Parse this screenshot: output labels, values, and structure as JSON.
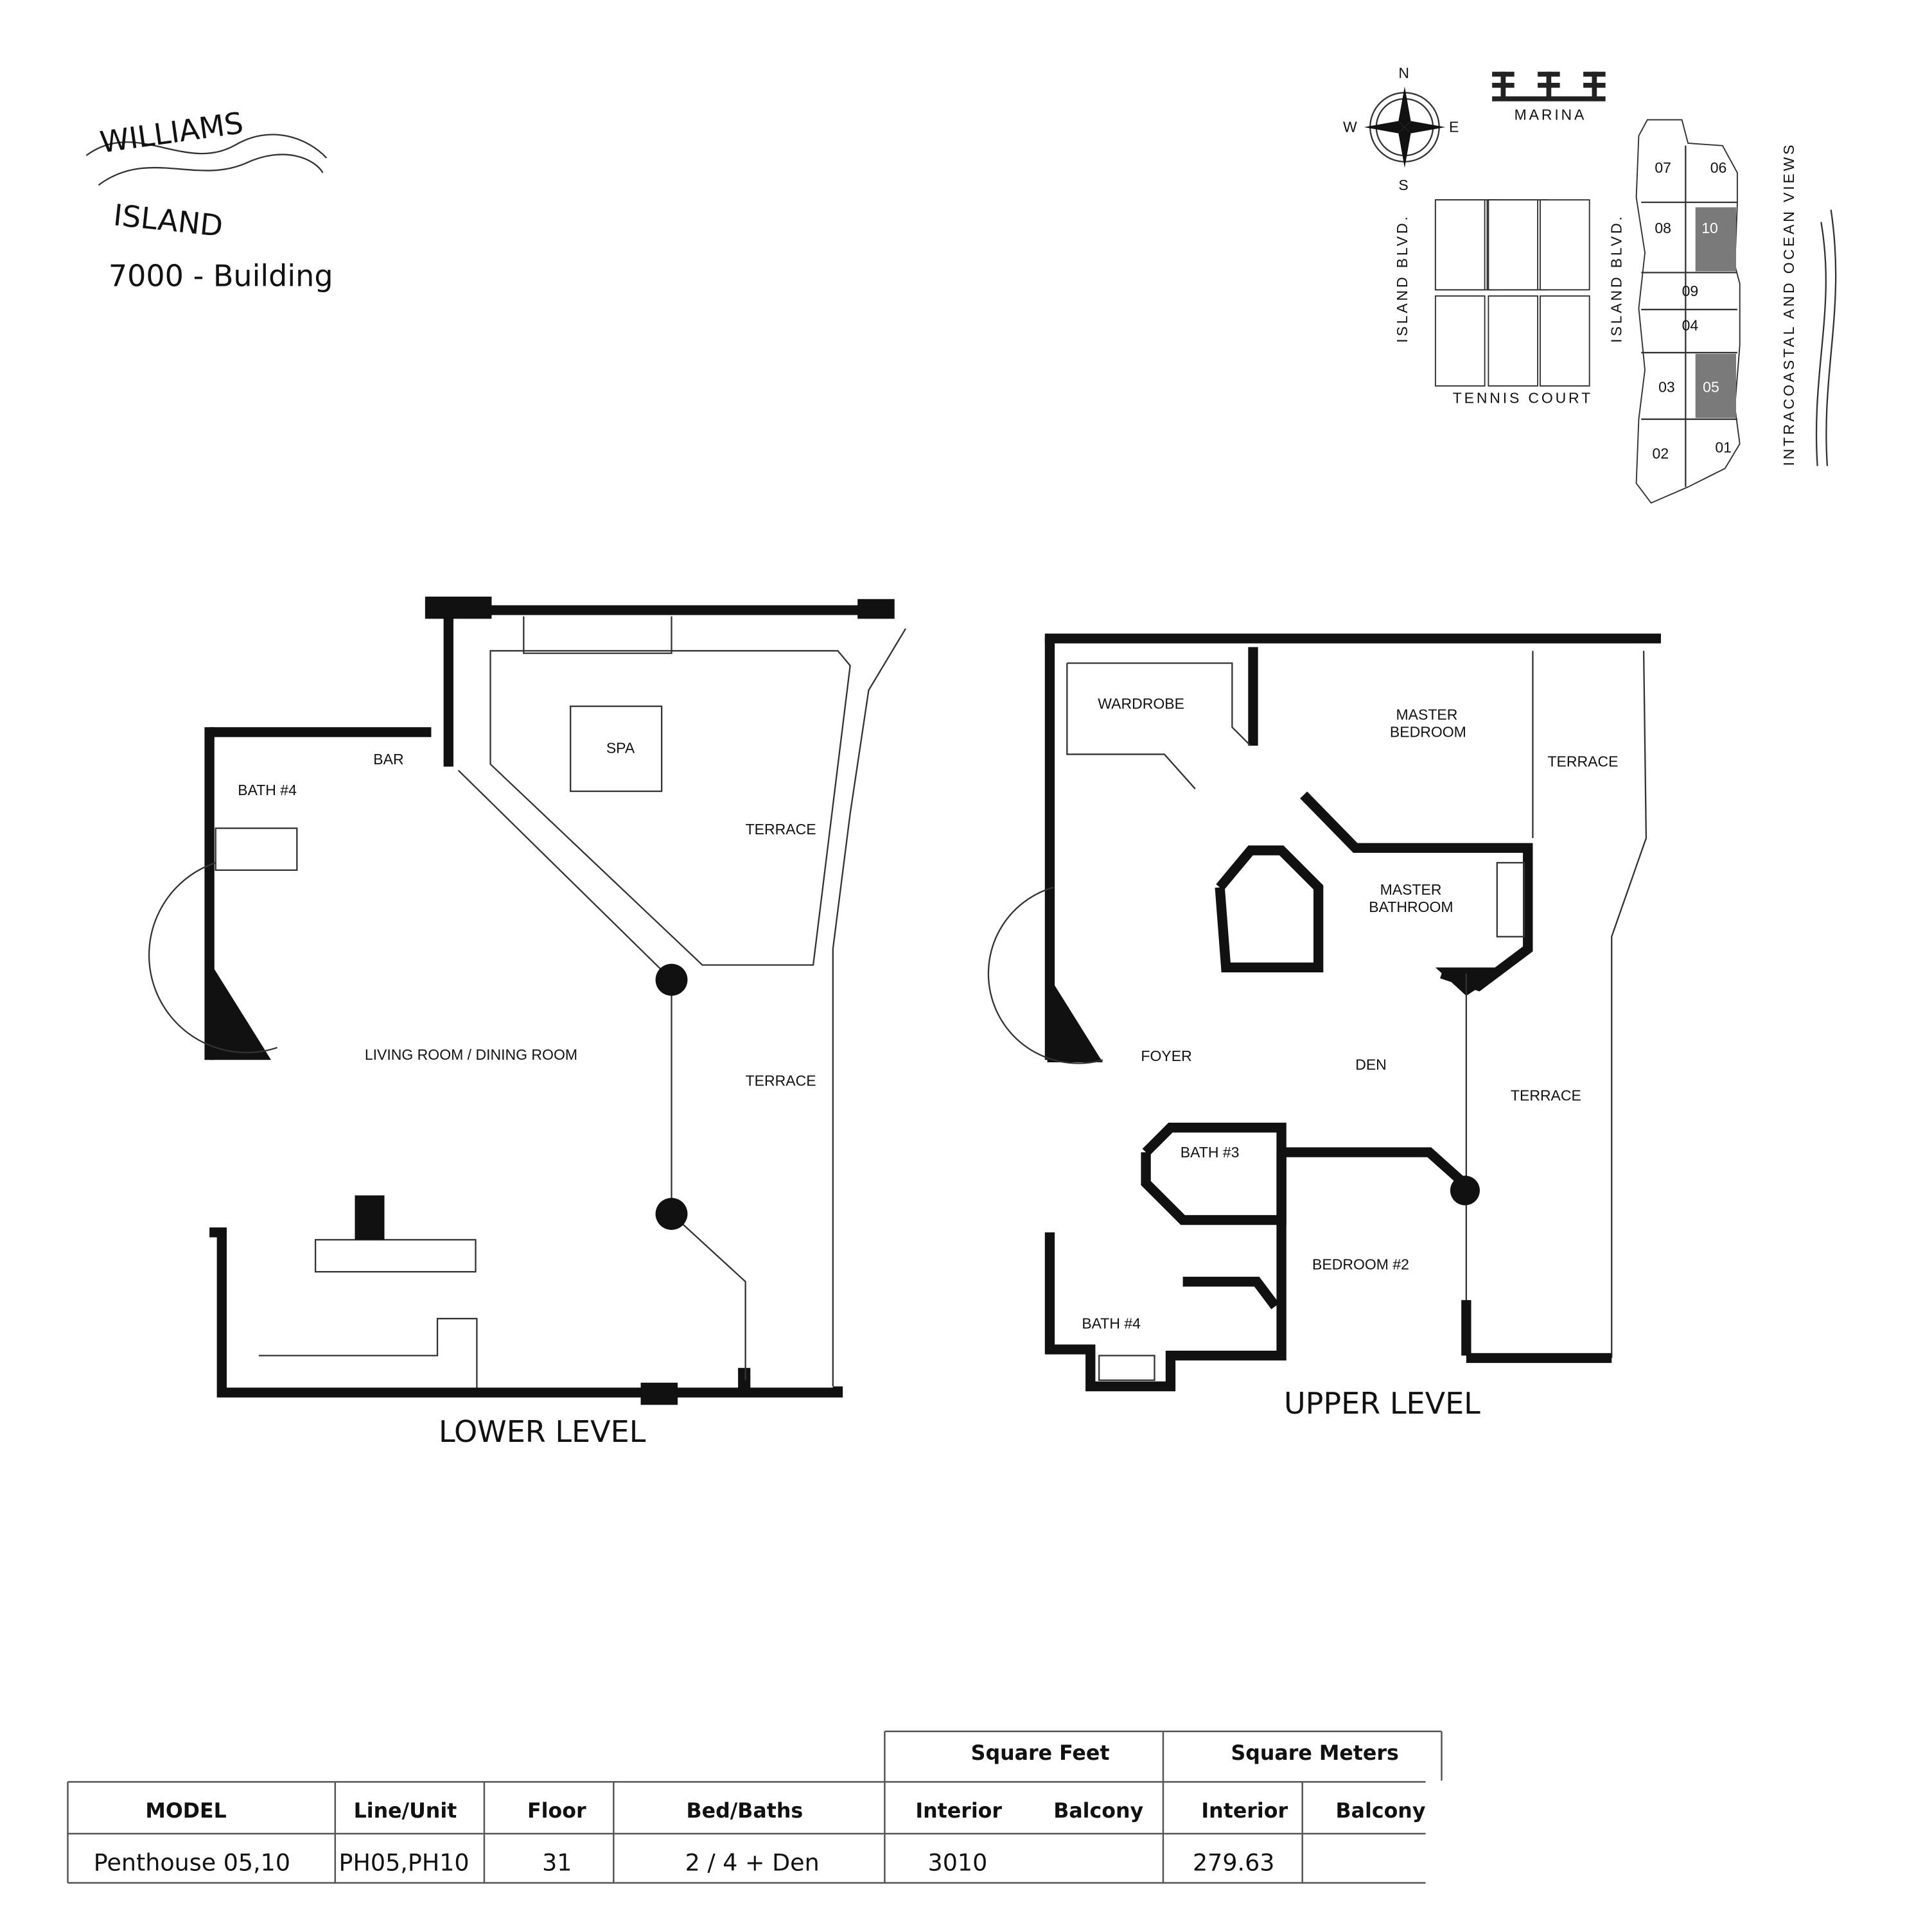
{
  "logo": {
    "line1": "WILLIAMS",
    "line2": "ISLAND",
    "subtitle": "7000 - Building"
  },
  "key_plan": {
    "compass": {
      "n": "N",
      "s": "S",
      "e": "E",
      "w": "W"
    },
    "marina": "MARINA",
    "street_left": "ISLAND BLVD.",
    "street_right": "ISLAND BLVD.",
    "tennis": "TENNIS COURT",
    "views": "INTRACOASTAL AND OCEAN VIEWS",
    "units": [
      "07",
      "06",
      "08",
      "10",
      "09",
      "04",
      "03",
      "05",
      "02",
      "01"
    ],
    "highlighted_units": [
      "10",
      "05"
    ],
    "highlight_color": "#7a7a7a"
  },
  "lower_level": {
    "title": "LOWER LEVEL",
    "rooms": {
      "bath4": "BATH #4",
      "bar": "BAR",
      "spa": "SPA",
      "terrace1": "TERRACE",
      "terrace2": "TERRACE",
      "living": "LIVING ROOM / DINING ROOM"
    }
  },
  "upper_level": {
    "title": "UPPER LEVEL",
    "rooms": {
      "wardrobe": "WARDROBE",
      "master_bed_1": "MASTER",
      "master_bed_2": "BEDROOM",
      "terrace1": "TERRACE",
      "master_bath_1": "MASTER",
      "master_bath_2": "BATHROOM",
      "foyer": "FOYER",
      "den": "DEN",
      "terrace2": "TERRACE",
      "bath3": "BATH #3",
      "bedroom2": "BEDROOM #2",
      "bath4": "BATH #4"
    }
  },
  "table": {
    "group_headers": [
      "Square Feet",
      "Square Meters"
    ],
    "headers": [
      "MODEL",
      "Line/Unit",
      "Floor",
      "Bed/Baths",
      "Interior",
      "Balcony",
      "Interior",
      "Balcony"
    ],
    "row": [
      "Penthouse 05,10",
      "PH05,PH10",
      "31",
      "2 / 4 + Den",
      "3010",
      "",
      "279.63",
      ""
    ]
  }
}
